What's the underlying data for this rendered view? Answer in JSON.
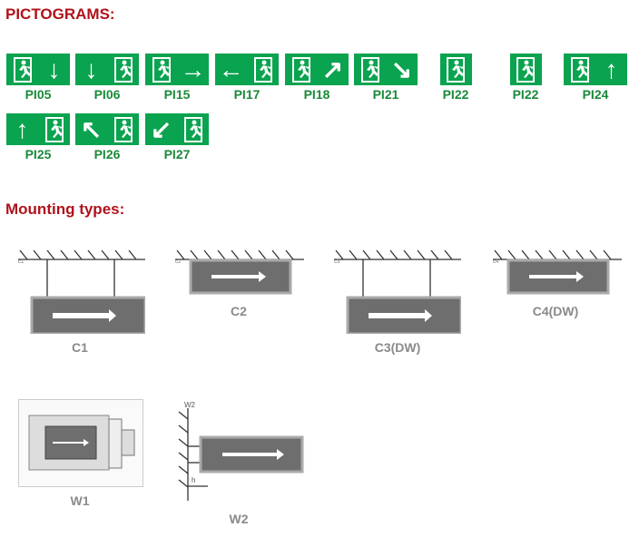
{
  "headings": {
    "pictograms": "PICTOGRAMS:",
    "mounting": "Mounting types:"
  },
  "colors": {
    "heading": "#b0121b",
    "sign_green": "#0aa34f",
    "label_green": "#1a8a3a",
    "mount_label": "#8a8a8a"
  },
  "pictograms": [
    {
      "label": "PI05",
      "arrow": "↓",
      "runner_first": true
    },
    {
      "label": "PI06",
      "arrow": "↓",
      "runner_first": false
    },
    {
      "label": "PI15",
      "arrow": "→",
      "runner_first": true
    },
    {
      "label": "PI17",
      "arrow": "←",
      "runner_first": false
    },
    {
      "label": "PI18",
      "arrow": "↗",
      "runner_first": true
    },
    {
      "label": "PI21",
      "arrow": "↘",
      "runner_first": true
    },
    {
      "label": "PI22",
      "arrow": "",
      "runner_first": true
    },
    {
      "label": "PI22",
      "arrow": "",
      "runner_first": true
    },
    {
      "label": "PI24",
      "arrow": "↑",
      "runner_first": true
    },
    {
      "label": "PI25",
      "arrow": "↑",
      "runner_first": false
    },
    {
      "label": "PI26",
      "arrow": "↖",
      "runner_first": false
    },
    {
      "label": "PI27",
      "arrow": "↙",
      "runner_first": false
    }
  ],
  "mounting": [
    {
      "label": "C1",
      "tag": "c1"
    },
    {
      "label": "C2",
      "tag": "c2"
    },
    {
      "label": "C3(DW)",
      "tag": "c3"
    },
    {
      "label": "C4(DW)",
      "tag": "c4"
    },
    {
      "label": "W1",
      "tag": ""
    },
    {
      "label": "W2",
      "tag": "W2",
      "h": "h"
    }
  ]
}
